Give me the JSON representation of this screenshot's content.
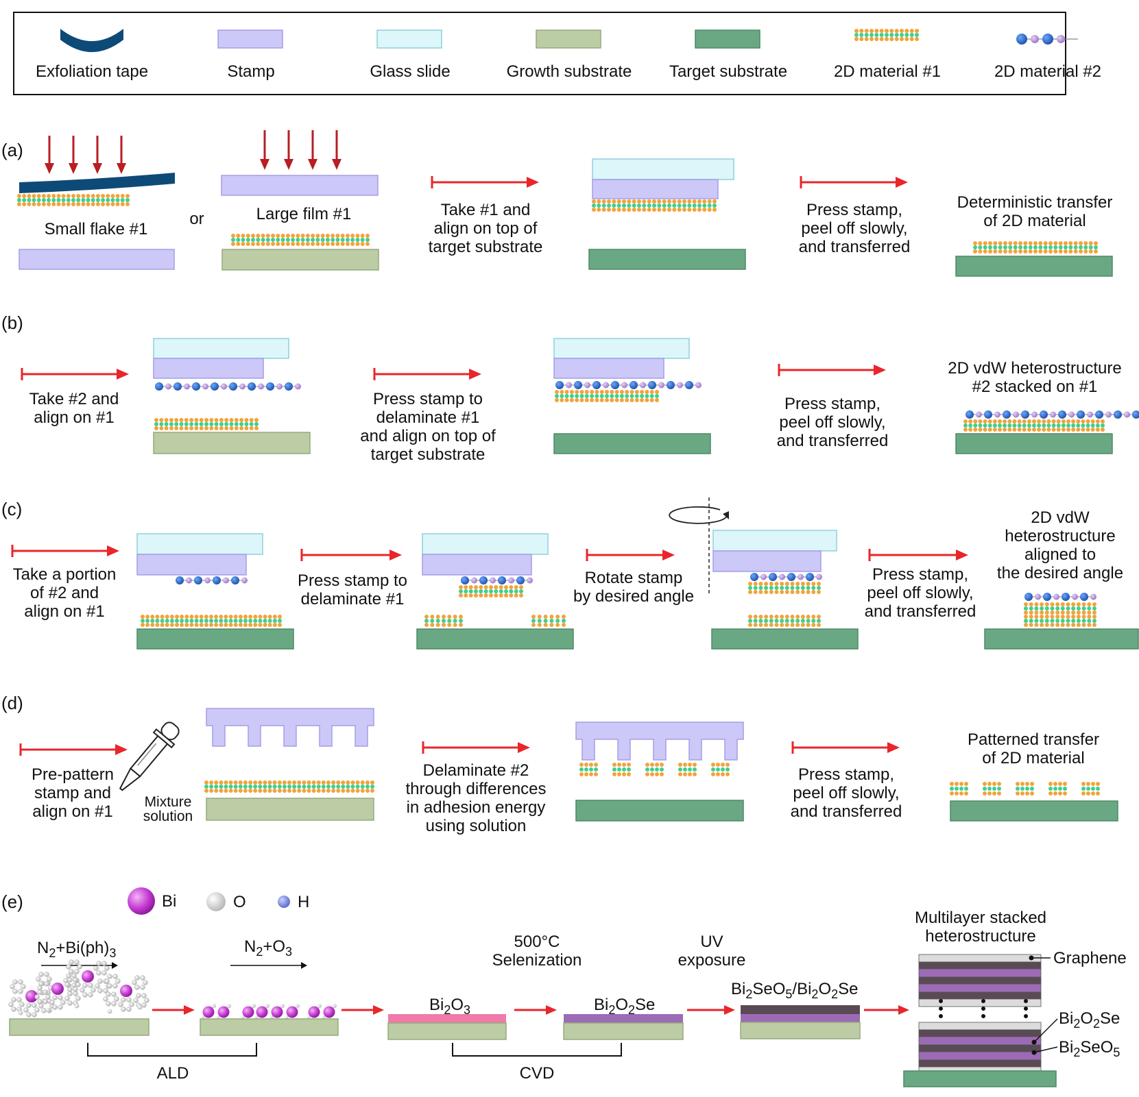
{
  "colors": {
    "tape": "#0d4a78",
    "stamp": "#ccc8f8",
    "stamp_border": "#a59ee6",
    "glass": "#dcf6fa",
    "glass_border": "#8fd0dc",
    "growth": "#bccca4",
    "growth_border": "#96aa7e",
    "target": "#6aa884",
    "target_border": "#4b8a67",
    "orange_atom": "#f2a33a",
    "green_atom": "#3ed08e",
    "blue_atom": "#2f6fd0",
    "purple_atom": "#b896dc",
    "arrow_red": "#e8262b",
    "press_arrow": "#b81e22",
    "bi2o3": "#f07aaa",
    "bi2o2se": "#9d6bb5",
    "bi2seo5": "#5a4a55",
    "graphene": "#dcdcdc",
    "bi_atom": "#c43bd2"
  },
  "legend": {
    "items": [
      {
        "label": "Exfoliation tape",
        "icon": "exfoliation-tape-icon"
      },
      {
        "label": "Stamp",
        "icon": "stamp-icon"
      },
      {
        "label": "Glass slide",
        "icon": "glass-slide-icon"
      },
      {
        "label": "Growth substrate",
        "icon": "growth-substrate-icon"
      },
      {
        "label": "Target substrate",
        "icon": "target-substrate-icon"
      },
      {
        "label": "2D material #1",
        "icon": "2d-material-1-icon"
      },
      {
        "label": "2D material #2",
        "icon": "2d-material-2-icon"
      }
    ]
  },
  "panel_a": {
    "label": "(a)",
    "small_flake": "Small flake #1",
    "or": "or",
    "large_film": "Large film #1",
    "step1": [
      "Take #1 and",
      "align on top of",
      "target substrate"
    ],
    "step2": [
      "Press stamp,",
      "peel off slowly,",
      "and transferred"
    ],
    "result": [
      "Deterministic transfer",
      "of 2D material"
    ]
  },
  "panel_b": {
    "label": "(b)",
    "step1": [
      "Take #2 and",
      "align on #1"
    ],
    "step2": [
      "Press stamp to",
      "delaminate #1",
      "and align on top of",
      "target substrate"
    ],
    "step3": [
      "Press stamp,",
      "peel off slowly,",
      "and transferred"
    ],
    "result": [
      "2D vdW heterostructure",
      "#2 stacked on #1"
    ]
  },
  "panel_c": {
    "label": "(c)",
    "step1": [
      "Take a portion",
      "of #2 and",
      "align on #1"
    ],
    "step2": [
      "Press stamp to",
      "delaminate #1"
    ],
    "step3": [
      "Rotate stamp",
      "by desired angle"
    ],
    "step4": [
      "Press stamp,",
      "peel off slowly,",
      "and transferred"
    ],
    "result": [
      "2D vdW",
      "heterostructure",
      "aligned to",
      "the desired angle"
    ]
  },
  "panel_d": {
    "label": "(d)",
    "step1": [
      "Pre-pattern",
      "stamp and",
      "align on #1"
    ],
    "mixture": [
      "Mixture",
      "solution"
    ],
    "step2": [
      "Delaminate #2",
      "through differences",
      "in adhesion energy",
      "using solution"
    ],
    "step3": [
      "Press stamp,",
      "peel off slowly,",
      "and transferred"
    ],
    "result": [
      "Patterned transfer",
      "of 2D material"
    ]
  },
  "panel_e": {
    "label": "(e)",
    "legend": [
      {
        "symbol": "Bi",
        "icon": "bi-atom-icon"
      },
      {
        "symbol": "O",
        "icon": "o-atom-icon"
      },
      {
        "symbol": "H",
        "icon": "h-atom-icon"
      }
    ],
    "precursor1": {
      "main": "N",
      "sub": "2",
      "rest": "+Bi(ph)",
      "sub2": "3"
    },
    "precursor2": {
      "main": "N",
      "sub": "2",
      "rest": "+O",
      "sub2": "3"
    },
    "ald": "ALD",
    "cvd": "CVD",
    "selenization": [
      "500°C",
      "Selenization"
    ],
    "uv": [
      "UV",
      "exposure"
    ],
    "bi2o3": {
      "a": "Bi",
      "b": "2",
      "c": "O",
      "d": "3"
    },
    "bi2o2se": {
      "a": "Bi",
      "b": "2",
      "c": "O",
      "d": "2",
      "e": "Se"
    },
    "combined": {
      "a": "Bi",
      "b": "2",
      "c": "SeO",
      "d": "5",
      "e": "/Bi",
      "f": "2",
      "g": "O",
      "h": "2",
      "i": "Se"
    },
    "multilayer": [
      "Multilayer stacked",
      "heterostructure"
    ],
    "graphene": "Graphene",
    "label_bi2o2se": {
      "a": "Bi",
      "b": "2",
      "c": "O",
      "d": "2",
      "e": "Se"
    },
    "label_bi2seo5": {
      "a": "Bi",
      "b": "2",
      "c": "SeO",
      "d": "5"
    }
  }
}
